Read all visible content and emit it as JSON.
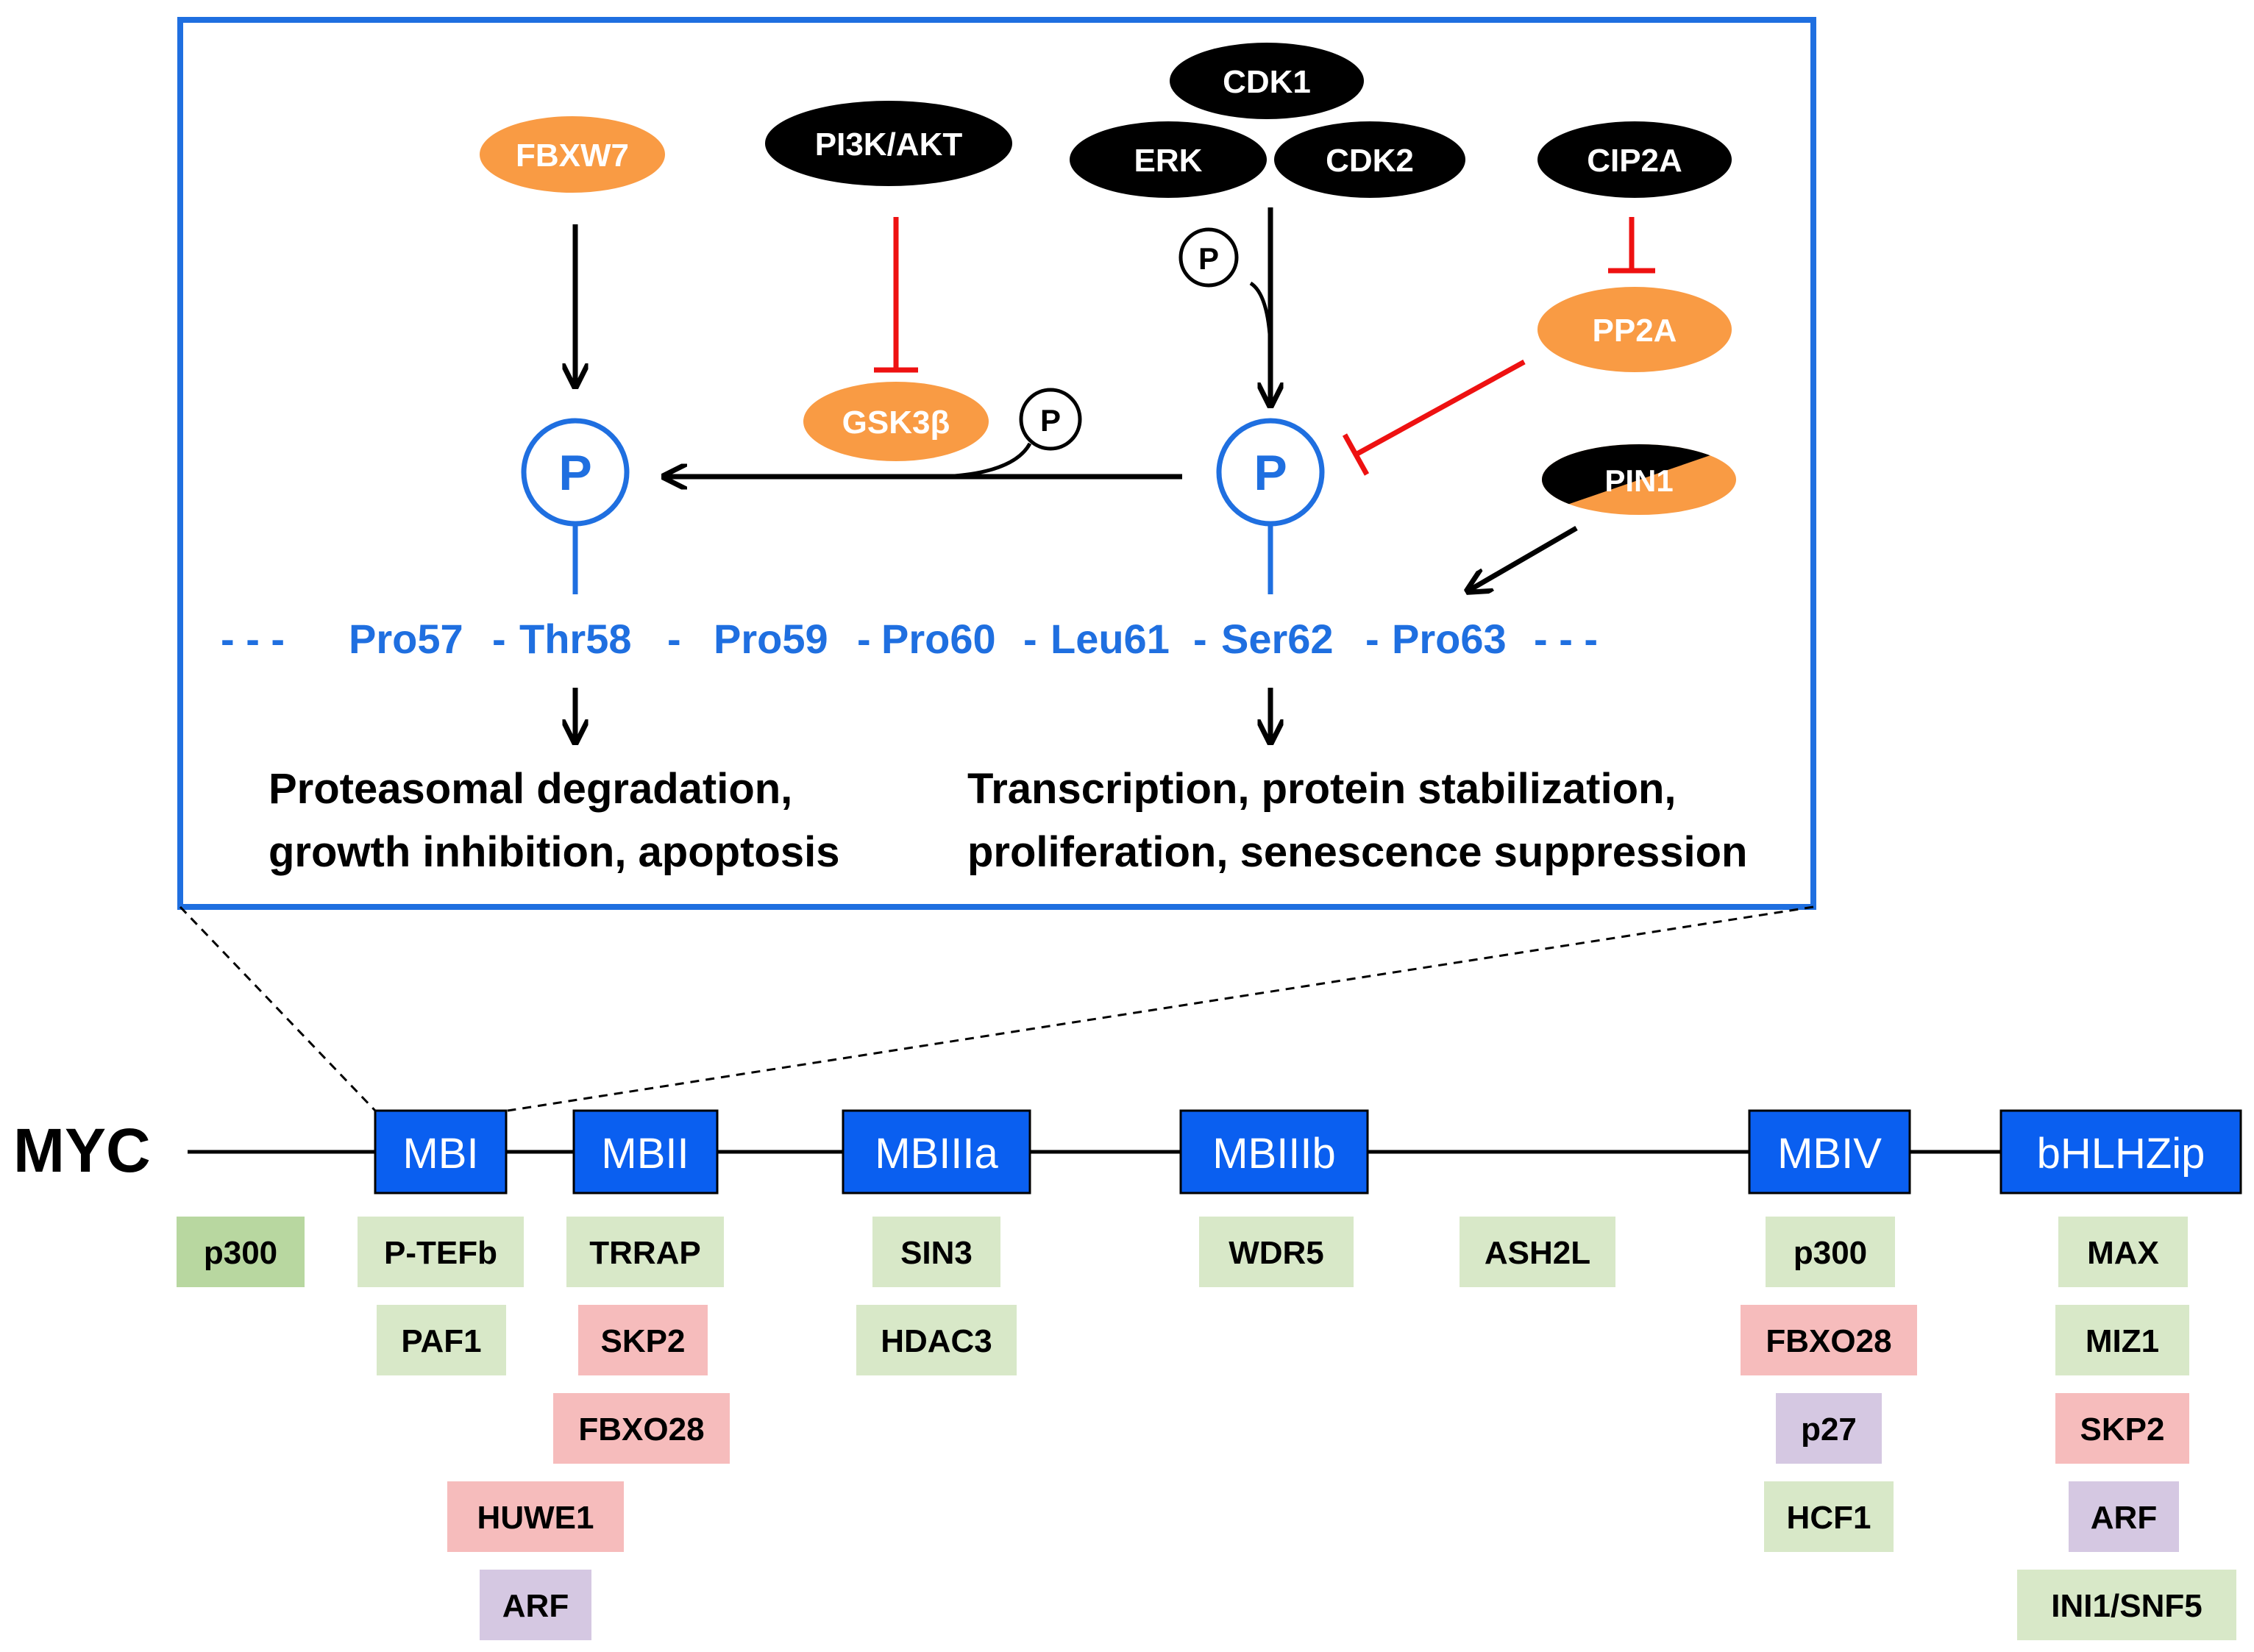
{
  "protein_label": "MYC",
  "domains": [
    {
      "id": "mbi",
      "label": "MBI"
    },
    {
      "id": "mbii",
      "label": "MBII"
    },
    {
      "id": "mbiiia",
      "label": "MBIIIa"
    },
    {
      "id": "mbiiib",
      "label": "MBIIIb"
    },
    {
      "id": "mbiv",
      "label": "MBIV"
    },
    {
      "id": "bhlhzip",
      "label": "bHLHZip"
    }
  ],
  "sequence": {
    "lead_dashes": "-  -  -",
    "pro57": "Pro57",
    "thr58": "Thr58",
    "pro59": "Pro59",
    "pro60": "Pro60",
    "leu61": "Leu61",
    "ser62": "Ser62",
    "pro63": "Pro63",
    "trail_dashes": "-  -  -",
    "sep": "-"
  },
  "kinases": {
    "fbxw7": "FBXW7",
    "pi3k_akt": "PI3K/AKT",
    "cdk1": "CDK1",
    "erk": "ERK",
    "cdk2": "CDK2",
    "cip2a": "CIP2A",
    "gsk3b": "GSK3β",
    "pp2a": "PP2A",
    "pin1": "PIN1"
  },
  "phospho_symbol": "P",
  "outcomes": {
    "thr58_line1": "Proteasomal degradation,",
    "thr58_line2": "growth inhibition, apoptosis",
    "ser62_line1": "Transcription, protein stabilization,",
    "ser62_line2": "proliferation, senescence suppression"
  },
  "colors": {
    "blue": "#1f6fe0",
    "domain_fill": "#0a5ff0",
    "orange": "#f99b44",
    "red": "#ee1111",
    "green_dark": "#b8d7a0",
    "green_light": "#d8e8c8",
    "pink": "#f6bcbc",
    "lavender": "#d5c8e2"
  },
  "interactors": {
    "p300_a": "p300",
    "ptefb": "P-TEFb",
    "paf1": "PAF1",
    "trrap": "TRRAP",
    "skp2_a": "SKP2",
    "fbxo28_a": "FBXO28",
    "huwe1": "HUWE1",
    "arf_a": "ARF",
    "sin3": "SIN3",
    "hdac3": "HDAC3",
    "wdr5": "WDR5",
    "ash2l": "ASH2L",
    "p300_b": "p300",
    "fbxo28_b": "FBXO28",
    "p27": "p27",
    "hcf1": "HCF1",
    "max": "MAX",
    "miz1": "MIZ1",
    "skp2_b": "SKP2",
    "arf_b": "ARF",
    "ini1": "INI1/SNF5"
  }
}
